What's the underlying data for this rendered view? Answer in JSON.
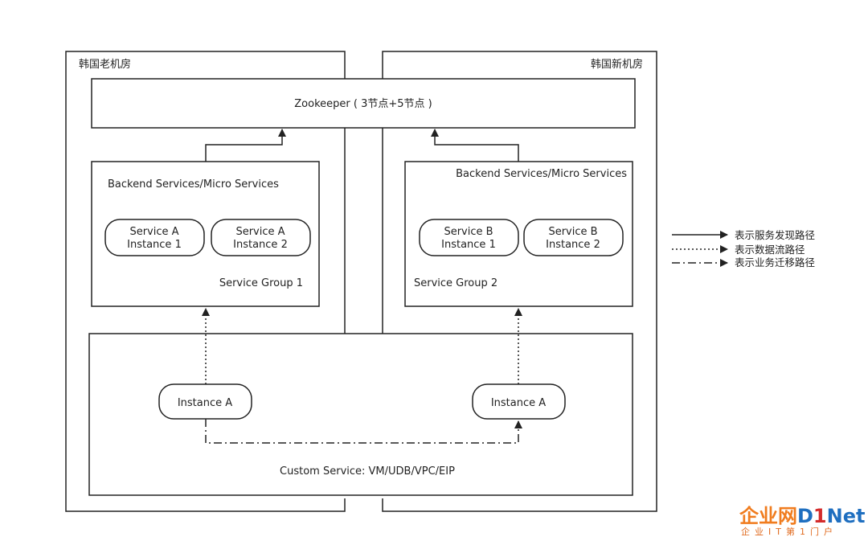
{
  "rooms": {
    "old_room": "韩国老机房",
    "new_room": "韩国新机房"
  },
  "zookeeper": "Zookeeper ( 3节点+5节点 )",
  "backend_left": {
    "title": "Backend Services/Micro Services",
    "group": "Service Group 1",
    "instances": [
      {
        "line1": "Service A",
        "line2": "Instance 1"
      },
      {
        "line1": "Service A",
        "line2": "Instance 2"
      }
    ]
  },
  "backend_right": {
    "title": "Backend Services/Micro Services",
    "group": "Service Group 2",
    "instances": [
      {
        "line1": "Service B",
        "line2": "Instance 1"
      },
      {
        "line1": "Service B",
        "line2": "Instance 2"
      }
    ]
  },
  "custom_service": {
    "label": "Custom Service: VM/UDB/VPC/EIP",
    "left_instance": "Instance A",
    "right_instance": "Instance A"
  },
  "legend": {
    "solid": "表示服务发现路径",
    "dotted": "表示数据流路径",
    "dashdot": "表示业务迁移路径"
  },
  "watermark": {
    "cn_part": "企业网",
    "d": "D",
    "one": "1",
    "net": "Net",
    "sub": "企业IT第1门户",
    "colors": {
      "orange": "#f07c1e",
      "blue": "#1f6fc0",
      "red": "#d42b2b"
    }
  }
}
